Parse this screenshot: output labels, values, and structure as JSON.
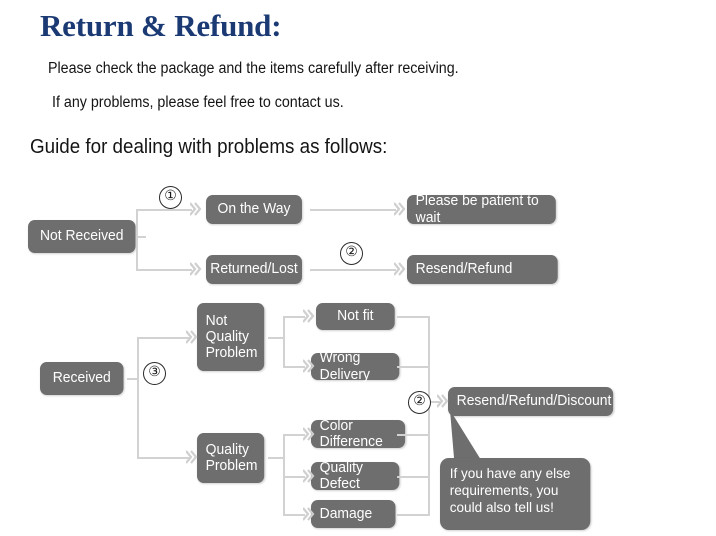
{
  "header": {
    "title": "Return & Refund:",
    "line1": "Please check the package and the items carefully after receiving.",
    "line2": "If any problems, please feel free to contact us.",
    "guide": "Guide for dealing with problems as follows:"
  },
  "colors": {
    "title": "#1b3a74",
    "node_fill": "#6e6e6e",
    "node_text": "#ffffff",
    "connector": "#d2d2d2",
    "background": "#ffffff"
  },
  "flow": {
    "roots": [
      {
        "id": "not-received",
        "label": "Not Received"
      },
      {
        "id": "received",
        "label": "Received"
      }
    ],
    "steps": [
      {
        "id": "step-1",
        "label": "①"
      },
      {
        "id": "step-2a",
        "label": "②"
      },
      {
        "id": "step-3",
        "label": "③"
      },
      {
        "id": "step-2b",
        "label": "②"
      }
    ],
    "not_received_branch": [
      {
        "id": "on-the-way",
        "label": "On the Way"
      },
      {
        "id": "returned-lost",
        "label": "Returned/Lost"
      }
    ],
    "not_received_outcomes": [
      {
        "id": "please-be-patient",
        "label": "Please be patient to wait"
      },
      {
        "id": "resend-refund",
        "label": "Resend/Refund"
      }
    ],
    "received_branch": [
      {
        "id": "not-quality-problem",
        "label": "Not\nQuality\nProblem"
      },
      {
        "id": "quality-problem",
        "label": "Quality\nProblem"
      }
    ],
    "reasons": [
      {
        "id": "not-fit",
        "label": "Not fit",
        "group": "not-quality-problem"
      },
      {
        "id": "wrong-delivery",
        "label": "Wrong Delivery",
        "group": "not-quality-problem"
      },
      {
        "id": "color-difference",
        "label": "Color Difference",
        "group": "quality-problem"
      },
      {
        "id": "quality-defect",
        "label": "Quality Defect",
        "group": "quality-problem"
      },
      {
        "id": "damage",
        "label": "Damage",
        "group": "quality-problem"
      }
    ],
    "received_outcome": {
      "id": "resend-refund-discount",
      "label": "Resend/Refund/Discount"
    }
  },
  "callout": {
    "id": "extra-requirements-bubble",
    "text": "If you have any else requirements, you could also tell us!"
  }
}
